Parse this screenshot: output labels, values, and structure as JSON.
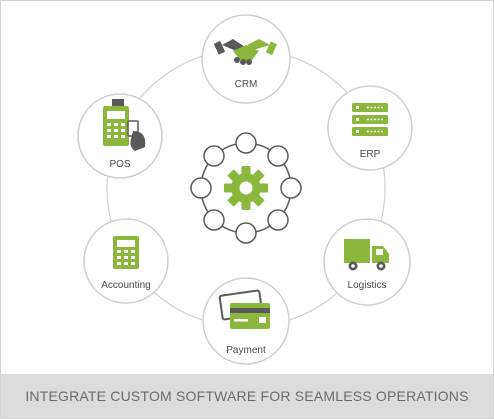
{
  "colors": {
    "accent": "#8ab83c",
    "outline": "#5a5a5a",
    "node_fill": "#ffffff",
    "node_stroke": "#cfcfcf",
    "footer_bg": "#dcdcdc",
    "footer_text": "#6b6b6b"
  },
  "hub": {
    "icon": "gear-icon"
  },
  "nodes": [
    {
      "id": "crm",
      "label": "CRM",
      "icon": "handshake-icon"
    },
    {
      "id": "erp",
      "label": "ERP",
      "icon": "server-rack-icon"
    },
    {
      "id": "logistics",
      "label": "Logistics",
      "icon": "delivery-truck-icon"
    },
    {
      "id": "payment",
      "label": "Payment",
      "icon": "credit-card-icon"
    },
    {
      "id": "accounting",
      "label": "Accounting",
      "icon": "calculator-icon"
    },
    {
      "id": "pos",
      "label": "POS",
      "icon": "pos-terminal-icon"
    }
  ],
  "footer": {
    "text": "INTEGRATE CUSTOM SOFTWARE FOR SEAMLESS OPERATIONS"
  }
}
